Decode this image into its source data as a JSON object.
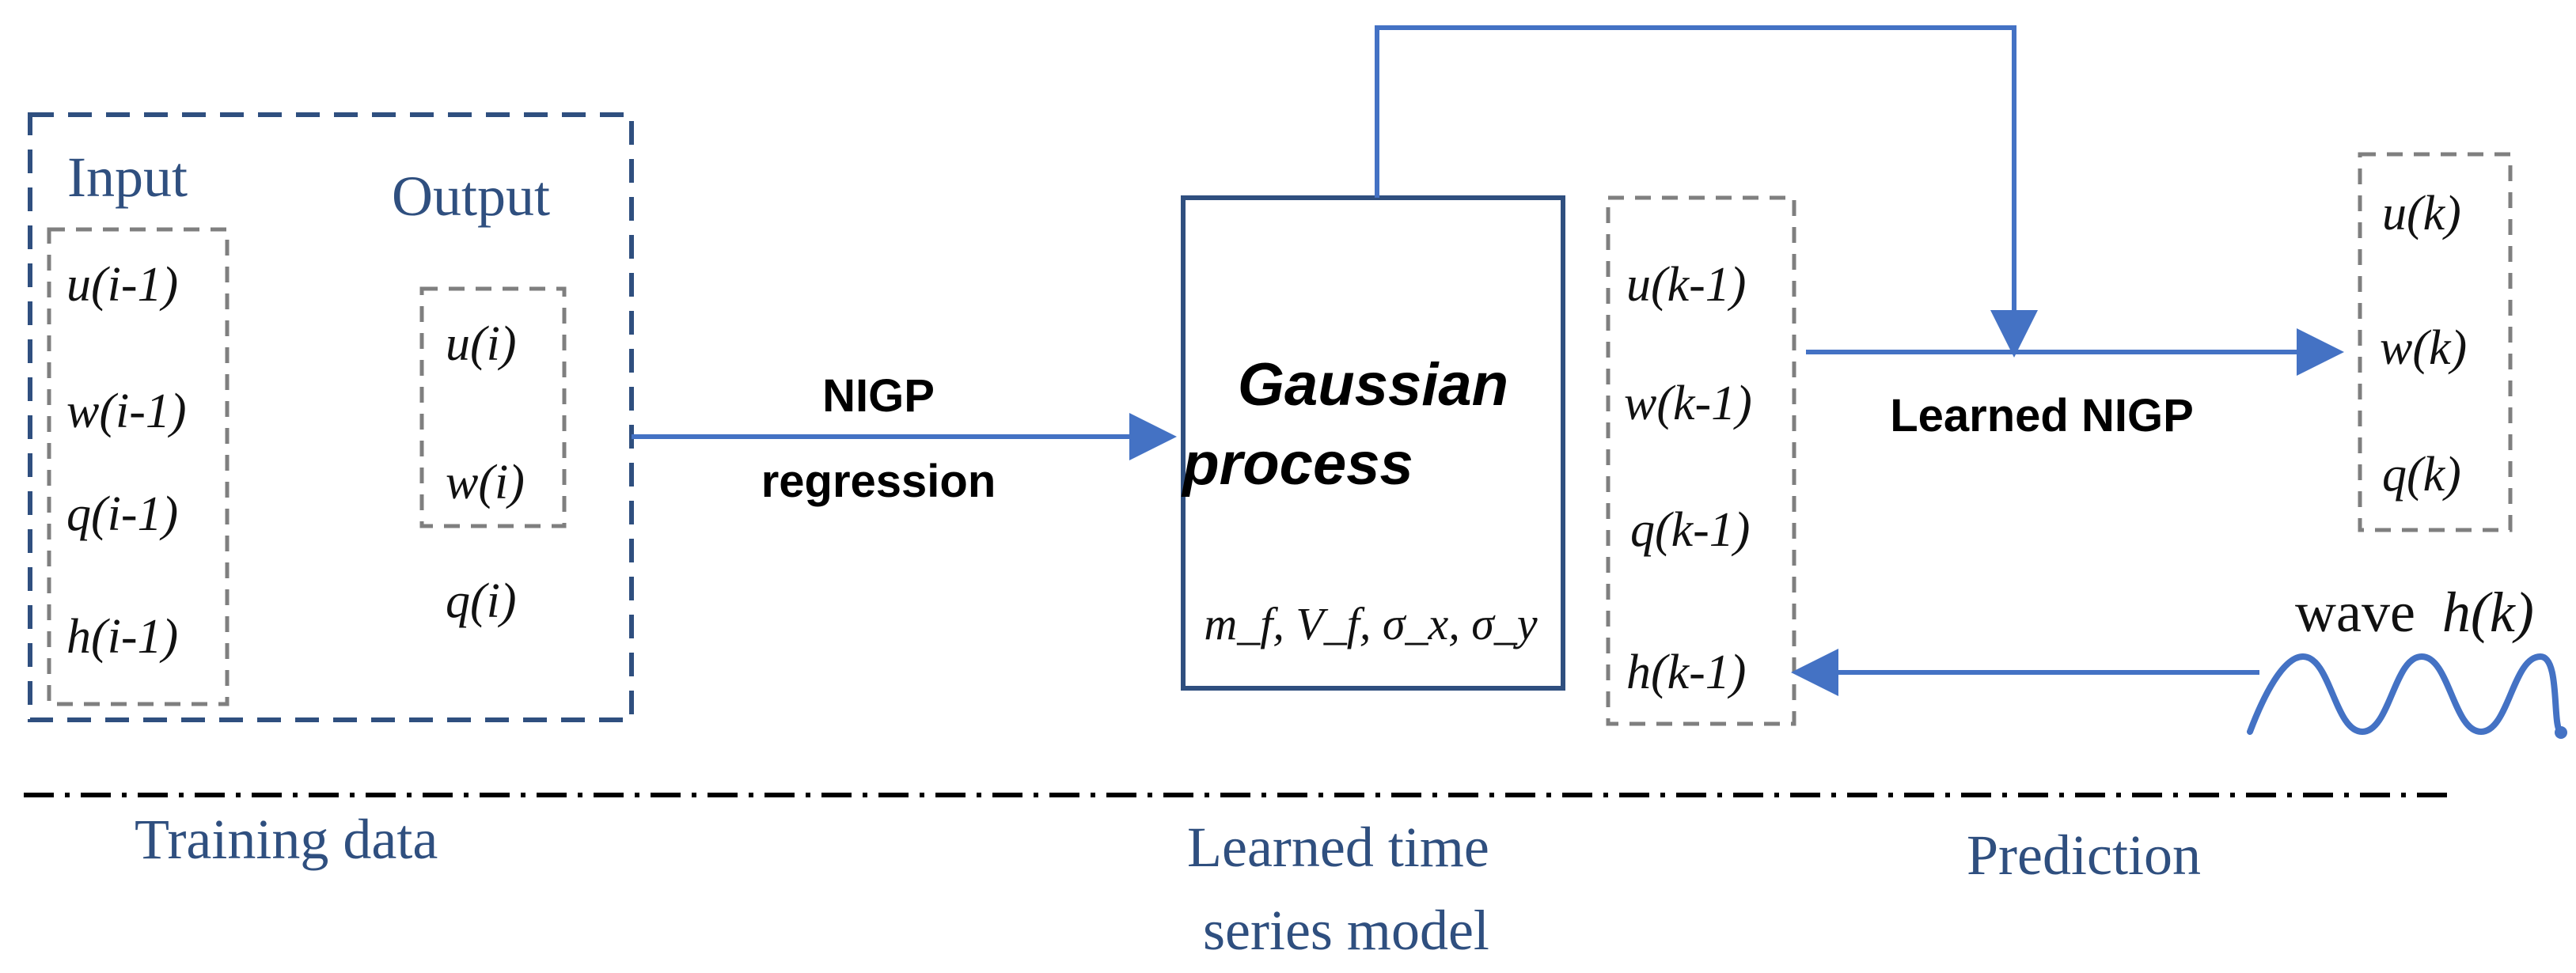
{
  "training": {
    "input_label": "Input",
    "output_label": "Output",
    "inputs": [
      "u(i-1)",
      "w(i-1)",
      "q(i-1)",
      "h(i-1)"
    ],
    "outputs": [
      "u(i)",
      "w(i)",
      "q(i)"
    ],
    "section_label": "Training data"
  },
  "regression": {
    "line1": "NIGP",
    "line2": "regression"
  },
  "gp_box": {
    "title_line1": "Gaussian",
    "title_line2": "process",
    "params": "m_f, V_f, σ_x, σ_y"
  },
  "model_section": {
    "line1": "Learned time",
    "line2": "series model"
  },
  "prediction": {
    "inputs": [
      "u(k-1)",
      "w(k-1)",
      "q(k-1)",
      "h(k-1)"
    ],
    "learned_label": "Learned NIGP",
    "outputs": [
      "u(k)",
      "w(k)",
      "q(k)"
    ],
    "wave_word": "wave",
    "wave_var": "h(k)",
    "section_label": "Prediction"
  },
  "colors": {
    "arrow": "#4472c4",
    "frame": "#2f4f7f",
    "dashed_gray": "#7f7f7f",
    "label_blue": "#2f4f7f"
  }
}
